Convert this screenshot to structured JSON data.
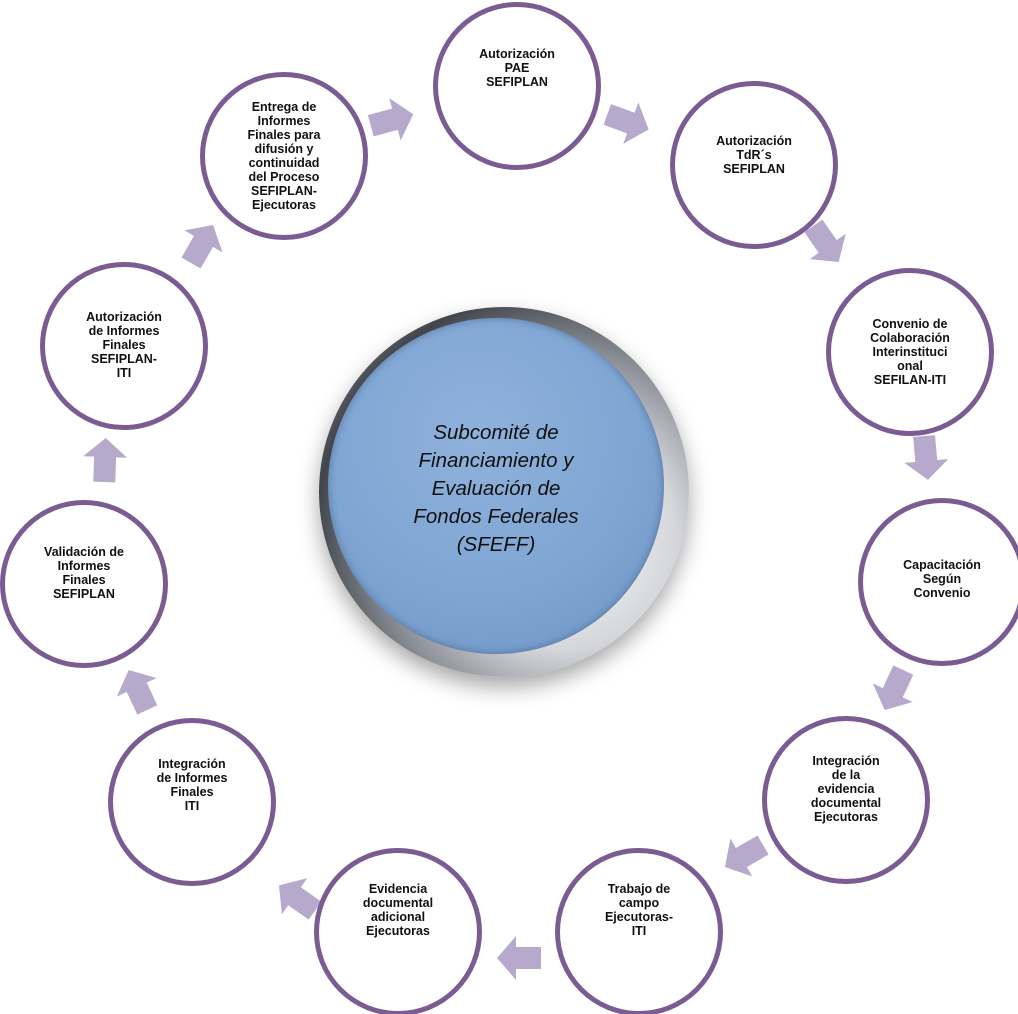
{
  "diagram": {
    "center": {
      "title": "Subcomité de\nFinanciamiento y\nEvaluación de\nFondos Federales\n(SFEFF)"
    },
    "steps": [
      {
        "label": "Autorización\nPAE\nSEFIPLAN"
      },
      {
        "label": "Autorización\nTdR´s\nSEFIPLAN"
      },
      {
        "label": "Convenio de\nColaboración\nInterinstituci\nonal\nSEFILAN-ITI"
      },
      {
        "label": "Capacitación\nSegún\nConvenio"
      },
      {
        "label": "Integración\nde la\nevidencia\ndocumental\nEjecutoras"
      },
      {
        "label": "Trabajo de\ncampo\nEjecutoras-\nITI"
      },
      {
        "label": "Evidencia\ndocumental\nadicional\nEjecutoras"
      },
      {
        "label": "Integración\nde Informes\nFinales\nITI"
      },
      {
        "label": "Validación de\nInformes\nFinales\nSEFIPLAN"
      },
      {
        "label": "Autorización\nde Informes\nFinales\nSEFIPLAN-\nITI"
      },
      {
        "label": "Entrega de\nInformes\nFinales para\ndifusión y\ncontinuidad\ndel Proceso\nSEFIPLAN-\nEjecutoras"
      }
    ],
    "colors": {
      "circle_border": "#7a5c93",
      "arrow": "#b7a9cc",
      "center_fill": "#7fa5d3"
    }
  }
}
